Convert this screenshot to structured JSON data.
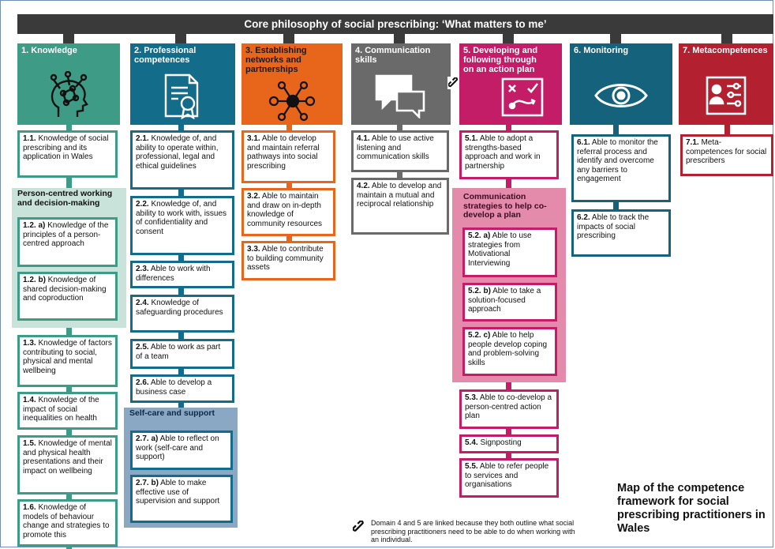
{
  "banner": {
    "title": "Core philosophy of social prescribing: ‘What matters to me’"
  },
  "domains": [
    {
      "label": "1. Knowledge",
      "icon": "head-network-icon"
    },
    {
      "label": "2. Professional competences",
      "icon": "certificate-document-icon"
    },
    {
      "label": "3. Establishing networks and partnerships",
      "icon": "network-hub-icon"
    },
    {
      "label": "4. Communication skills",
      "icon": "speech-bubbles-icon"
    },
    {
      "label": "5. Developing and following through on an action plan",
      "icon": "strategy-board-icon"
    },
    {
      "label": "6. Monitoring",
      "icon": "eye-icon"
    },
    {
      "label": "7. Metacompetences",
      "icon": "profile-settings-icon"
    }
  ],
  "competences": {
    "d1": [
      {
        "code": "1.1.",
        "text": " Knowledge of social prescribing and its application in Wales"
      },
      {
        "code": "1.2. a)",
        "text": " Knowledge of the principles of a person-centred approach"
      },
      {
        "code": "1.2. b)",
        "text": " Knowledge of shared decision-making and coproduction"
      },
      {
        "code": "1.3.",
        "text": " Knowledge of factors contributing to social, physical and mental wellbeing"
      },
      {
        "code": "1.4.",
        "text": " Knowledge of the impact of social inequalities on health"
      },
      {
        "code": "1.5.",
        "text": " Knowledge of mental and physical health presentations and their impact on wellbeing"
      },
      {
        "code": "1.6.",
        "text": " Knowledge of models of behaviour change and strategies to promote this"
      }
    ],
    "d2": [
      {
        "code": "2.1.",
        "text": " Knowledge of, and ability to operate within, professional, legal and ethical guidelines"
      },
      {
        "code": "2.2.",
        "text": " Knowledge of, and ability to work with, issues of confidentiality and consent"
      },
      {
        "code": "2.3.",
        "text": " Able to work with differences"
      },
      {
        "code": "2.4.",
        "text": " Knowledge of safeguarding procedures"
      },
      {
        "code": "2.5.",
        "text": " Able to work as part of a team"
      },
      {
        "code": "2.6.",
        "text": " Able to develop a business case"
      },
      {
        "code": "2.7. a)",
        "text": " Able to reflect on work (self-care and support)"
      },
      {
        "code": "2.7. b)",
        "text": " Able to make effective use of supervision and support"
      }
    ],
    "d3": [
      {
        "code": "3.1.",
        "text": " Able to develop and maintain referral pathways into social prescribing"
      },
      {
        "code": "3.2.",
        "text": " Able to maintain and draw on in-depth knowledge of community resources"
      },
      {
        "code": "3.3.",
        "text": " Able to contribute to building community assets"
      }
    ],
    "d4": [
      {
        "code": "4.1.",
        "text": " Able to use active listening and communication skills"
      },
      {
        "code": "4.2.",
        "text": " Able to develop and maintain a mutual and reciprocal relationship"
      }
    ],
    "d5": [
      {
        "code": "5.1.",
        "text": " Able to adopt a strengths-based approach and work in partnership"
      },
      {
        "code": "5.2. a)",
        "text": " Able to use strategies from Motivational Interviewing"
      },
      {
        "code": "5.2. b)",
        "text": " Able to take a solution-focused approach"
      },
      {
        "code": "5.2. c)",
        "text": " Able to help people develop coping and problem-solving skills"
      },
      {
        "code": "5.3.",
        "text": " Able to co-develop a person-centred action plan"
      },
      {
        "code": "5.4.",
        "text": " Signposting"
      },
      {
        "code": "5.5.",
        "text": " Able to refer people to services and organisations"
      }
    ],
    "d6": [
      {
        "code": "6.1.",
        "text": " Able to monitor the referral process and identify and overcome any barriers to engagement"
      },
      {
        "code": "6.2.",
        "text": " Able to track the impacts of social prescribing"
      }
    ],
    "d7": [
      {
        "code": "7.1.",
        "text": " Meta-competences for social prescribers"
      }
    ]
  },
  "groups": {
    "person_centred": "Person-centred working and decision-making",
    "self_care": "Self-care and support",
    "communication_strategies": "Communication strategies to help co-develop a plan"
  },
  "footnote": "Domain 4 and 5 are linked because they both outline what social prescribing practitioners need to be able to do when working with an individual.",
  "map_title": "Map of the competence framework for social prescribing practitioners in Wales",
  "colors": {
    "domain1": "#3e9b85",
    "domain2": "#136c8a",
    "domain3": "#e7661b",
    "domain4": "#6a6a6a",
    "domain5": "#c41d68",
    "domain6": "#14627b",
    "domain7": "#b3202f",
    "banner": "#3a3a3a"
  }
}
